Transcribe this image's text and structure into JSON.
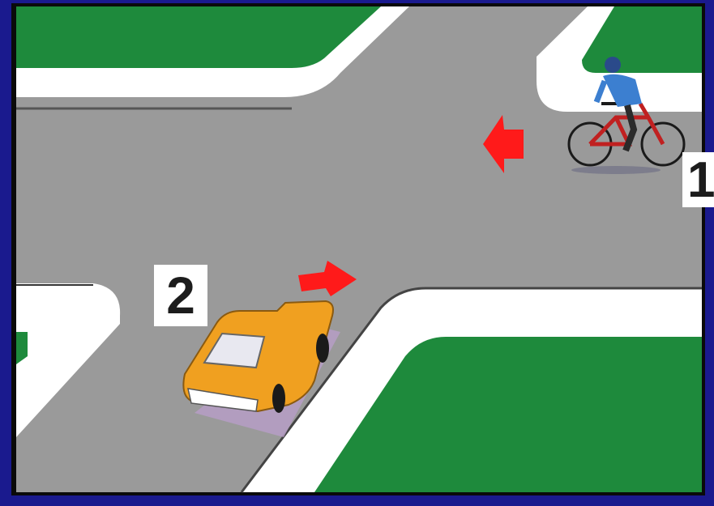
{
  "scene": {
    "labels": {
      "bicycle_number": "1",
      "car_number": "2"
    },
    "colors": {
      "frame": "#1a1a8e",
      "grass": "#1e8a3c",
      "road": "#9a9a9a",
      "curb": "#ffffff",
      "arrow": "#ff1a1a",
      "car_body": "#f0a020",
      "cyclist_shirt": "#3c7fd0",
      "bicycle_frame": "#c02020"
    },
    "arrows": [
      {
        "name": "bicycle-direction-arrow",
        "direction": "left"
      },
      {
        "name": "car-direction-arrow",
        "direction": "right"
      }
    ],
    "icons": [
      "bicycle-icon",
      "cyclist-icon",
      "car-icon"
    ]
  }
}
